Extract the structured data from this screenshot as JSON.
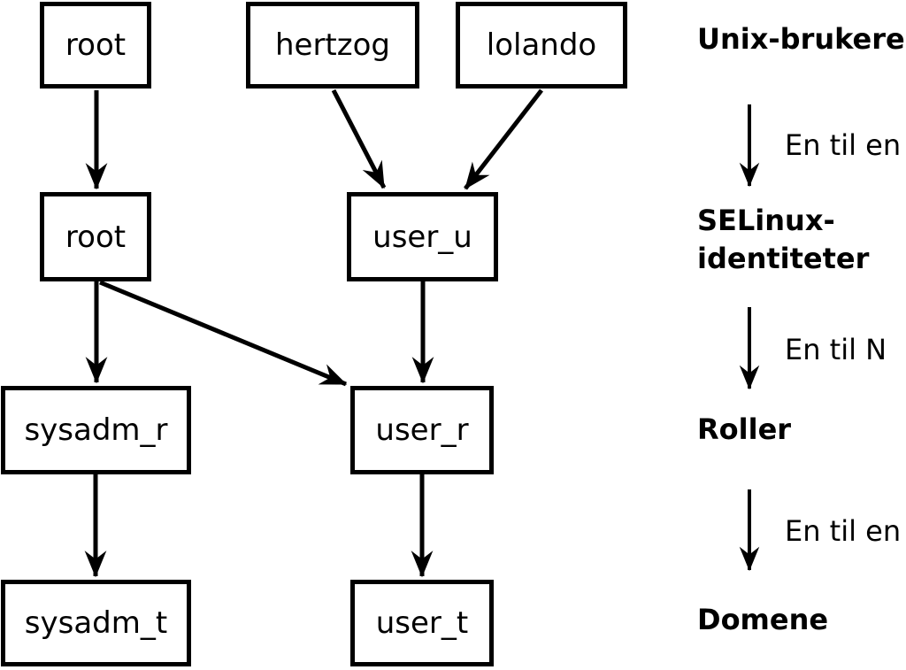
{
  "diagram": {
    "nodes": [
      {
        "id": "unix-root",
        "label": "root"
      },
      {
        "id": "unix-hertzog",
        "label": "hertzog"
      },
      {
        "id": "unix-lolando",
        "label": "lolando"
      },
      {
        "id": "selinux-root",
        "label": "root"
      },
      {
        "id": "selinux-user_u",
        "label": "user_u"
      },
      {
        "id": "role-sysadm_r",
        "label": "sysadm_r"
      },
      {
        "id": "role-user_r",
        "label": "user_r"
      },
      {
        "id": "domain-sysadm_t",
        "label": "sysadm_t"
      },
      {
        "id": "domain-user_t",
        "label": "user_t"
      }
    ],
    "edges": [
      {
        "from": "unix-root",
        "to": "selinux-root"
      },
      {
        "from": "unix-hertzog",
        "to": "selinux-user_u"
      },
      {
        "from": "unix-lolando",
        "to": "selinux-user_u"
      },
      {
        "from": "selinux-root",
        "to": "role-sysadm_r"
      },
      {
        "from": "selinux-root",
        "to": "role-user_r"
      },
      {
        "from": "selinux-user_u",
        "to": "role-user_r"
      },
      {
        "from": "role-sysadm_r",
        "to": "domain-sysadm_t"
      },
      {
        "from": "role-user_r",
        "to": "domain-user_t"
      }
    ]
  },
  "legend": {
    "levels": [
      {
        "lines": [
          "Unix-brukere"
        ]
      },
      {
        "lines": [
          "SELinux-",
          "identiteter"
        ]
      },
      {
        "lines": [
          "Roller"
        ]
      },
      {
        "lines": [
          "Domene"
        ]
      }
    ],
    "arrows": [
      {
        "label": "En til en"
      },
      {
        "label": "En til N"
      },
      {
        "label": "En til en"
      }
    ]
  },
  "colors": {
    "ink": "#000000",
    "background": "#ffffff"
  }
}
